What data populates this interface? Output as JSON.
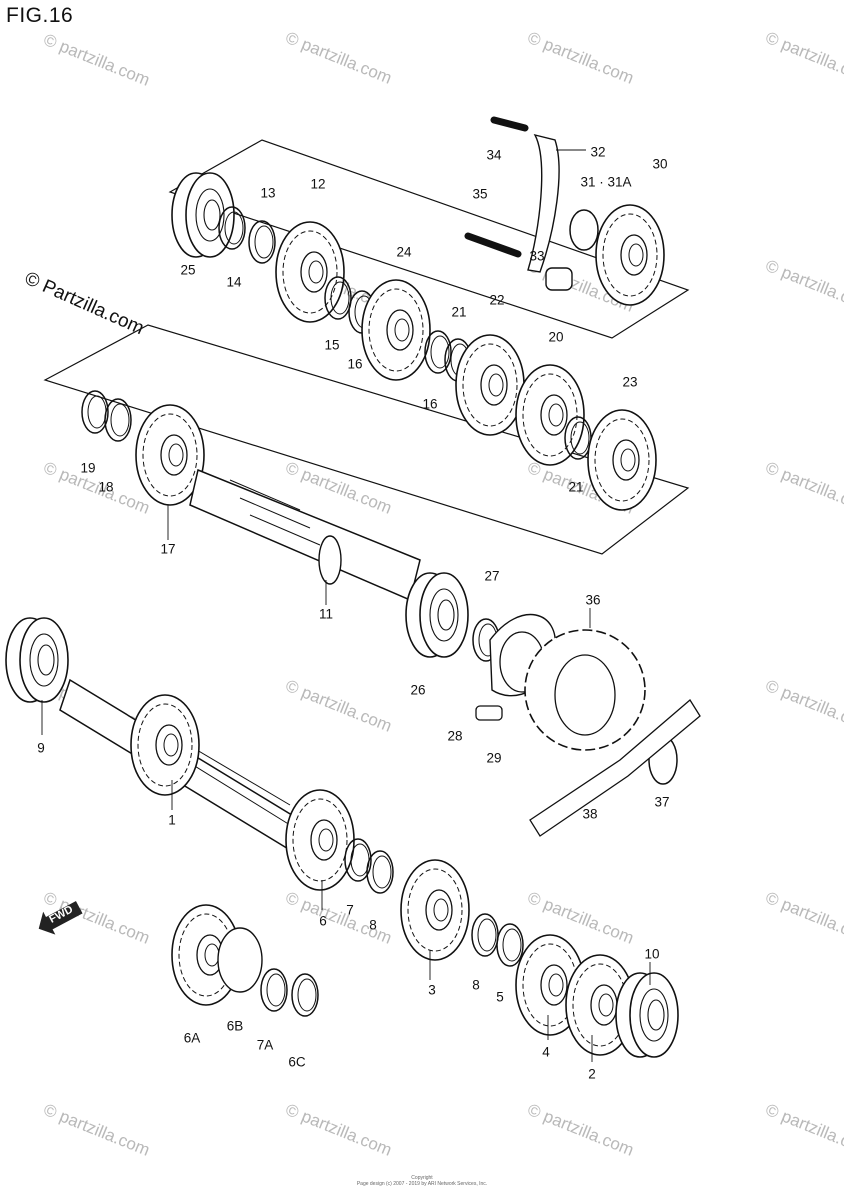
{
  "figure_title": "FIG.16",
  "brand_watermark": "© Partzilla.com",
  "repeating_watermark": "© partzilla.com",
  "copyright_line1": "Copyright",
  "copyright_line2": "Page design (c) 2007 - 2019 by ARI Network Services, Inc.",
  "fwd_label": "FWD",
  "callouts": [
    {
      "id": "1",
      "label": "1"
    },
    {
      "id": "2",
      "label": "2"
    },
    {
      "id": "3",
      "label": "3"
    },
    {
      "id": "4",
      "label": "4"
    },
    {
      "id": "5",
      "label": "5"
    },
    {
      "id": "6",
      "label": "6"
    },
    {
      "id": "6A",
      "label": "6A"
    },
    {
      "id": "6B",
      "label": "6B"
    },
    {
      "id": "6C",
      "label": "6C"
    },
    {
      "id": "7",
      "label": "7"
    },
    {
      "id": "7A",
      "label": "7A"
    },
    {
      "id": "8a",
      "label": "8"
    },
    {
      "id": "8b",
      "label": "8"
    },
    {
      "id": "9",
      "label": "9"
    },
    {
      "id": "10",
      "label": "10"
    },
    {
      "id": "11",
      "label": "11"
    },
    {
      "id": "12",
      "label": "12"
    },
    {
      "id": "13",
      "label": "13"
    },
    {
      "id": "14",
      "label": "14"
    },
    {
      "id": "15",
      "label": "15"
    },
    {
      "id": "16a",
      "label": "16"
    },
    {
      "id": "16b",
      "label": "16"
    },
    {
      "id": "17",
      "label": "17"
    },
    {
      "id": "18",
      "label": "18"
    },
    {
      "id": "19",
      "label": "19"
    },
    {
      "id": "20",
      "label": "20"
    },
    {
      "id": "21a",
      "label": "21"
    },
    {
      "id": "21b",
      "label": "21"
    },
    {
      "id": "22",
      "label": "22"
    },
    {
      "id": "23",
      "label": "23"
    },
    {
      "id": "24",
      "label": "24"
    },
    {
      "id": "25",
      "label": "25"
    },
    {
      "id": "26",
      "label": "26"
    },
    {
      "id": "27",
      "label": "27"
    },
    {
      "id": "28",
      "label": "28"
    },
    {
      "id": "29",
      "label": "29"
    },
    {
      "id": "30",
      "label": "30"
    },
    {
      "id": "31",
      "label": "31 · 31A"
    },
    {
      "id": "32",
      "label": "32"
    },
    {
      "id": "33",
      "label": "33"
    },
    {
      "id": "34",
      "label": "34"
    },
    {
      "id": "35",
      "label": "35"
    },
    {
      "id": "36",
      "label": "36"
    },
    {
      "id": "37",
      "label": "37"
    },
    {
      "id": "38",
      "label": "38"
    }
  ]
}
